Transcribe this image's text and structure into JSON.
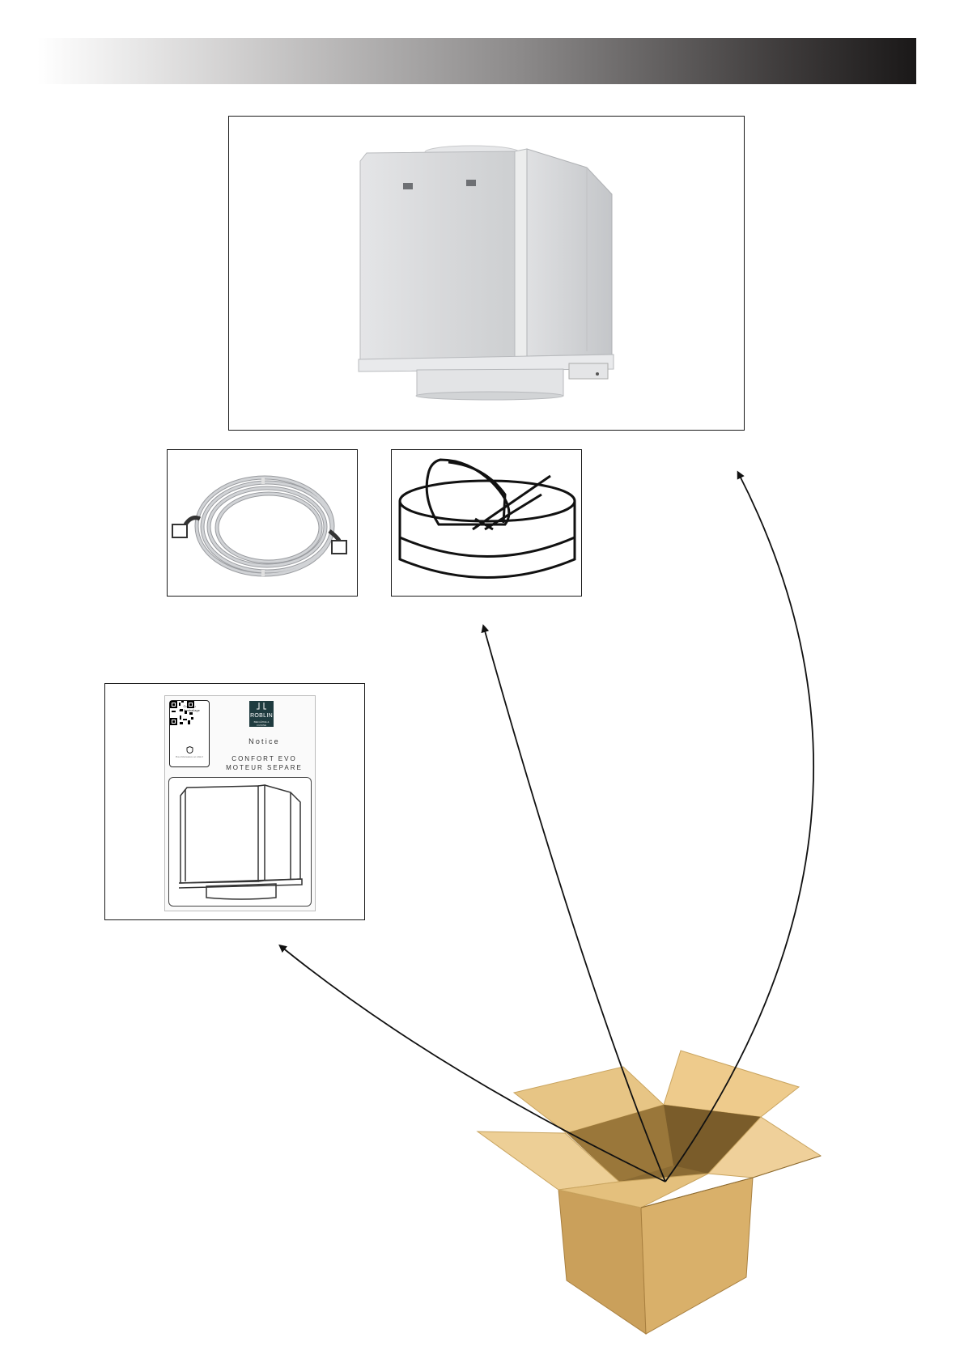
{
  "manual": {
    "qr_title_line1": "Contenu",
    "qr_title_line2": "de l'emballage",
    "qr_footer": "Plus d'informations sur roblin.fr",
    "brand_name": "ROBLIN",
    "brand_tagline": "BIEN-ÊTRE & CUISINE",
    "notice_title": "Notice",
    "product_line1": "CONFORT EVO",
    "product_line2": "MOTEUR SEPARE"
  },
  "colors": {
    "header_gradient_end": "#1a1818",
    "cardboard_light": "#e9c98a",
    "cardboard_mid": "#d7ac63",
    "cardboard_dark": "#a98040",
    "metal": "#d9dadc",
    "logo_bg": "#1f3b3f"
  },
  "icons": [
    "motor-unit-illustration",
    "cable-illustration",
    "non-return-valve-illustration",
    "manual-illustration",
    "cardboard-box-illustration",
    "arrow-icon"
  ]
}
